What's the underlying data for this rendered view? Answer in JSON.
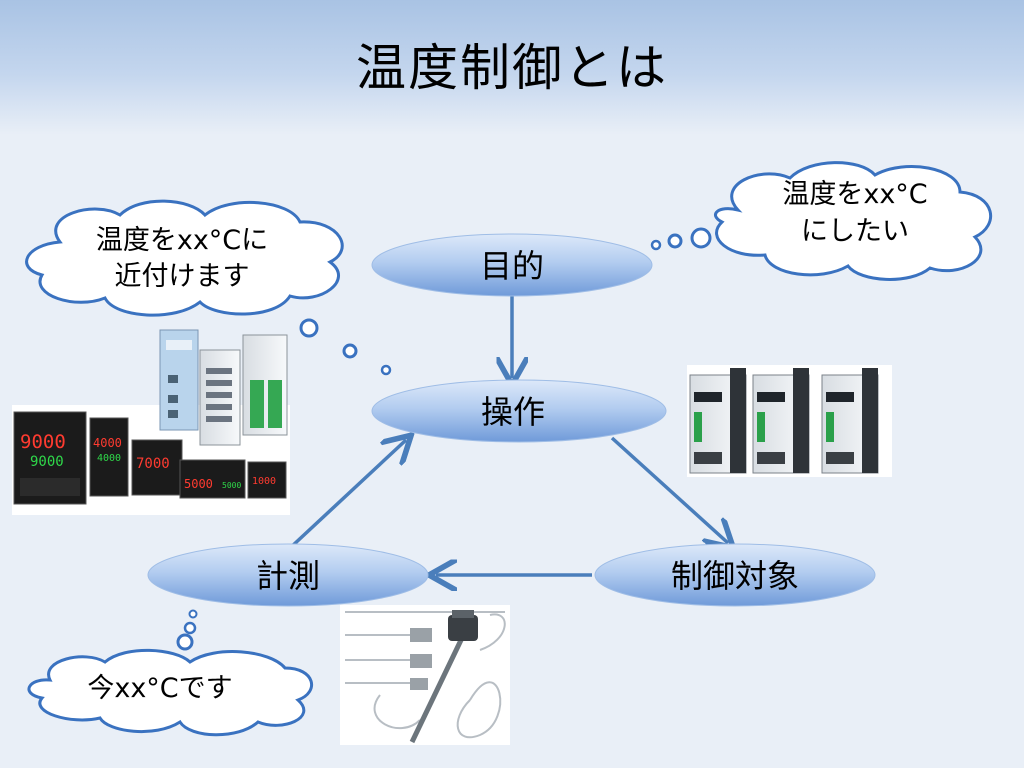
{
  "slide": {
    "title": "温度制御とは"
  },
  "nodes": {
    "purpose": "目的",
    "operation": "操作",
    "measurement": "計測",
    "controlled_object": "制御対象"
  },
  "clouds": {
    "controller": [
      "温度をxx°Cに",
      "近付けます"
    ],
    "desire": [
      "温度をxx°C",
      "にしたい"
    ],
    "sensor": [
      "今xx°Cです"
    ]
  },
  "displays": {
    "controller_large": [
      "9000",
      "9000"
    ],
    "controller_mid": [
      "4000",
      "4000"
    ],
    "controller_small": "7000",
    "controller_wide": [
      "5000",
      "5000"
    ],
    "controller_tiny": "1000"
  },
  "colors": {
    "ellipse_fill_top": "#cfe0f7",
    "ellipse_fill_bottom": "#7fa7e0",
    "arrow": "#4a7ebb",
    "cloud_stroke": "#3a72c0",
    "header": "#a9c3e4"
  }
}
